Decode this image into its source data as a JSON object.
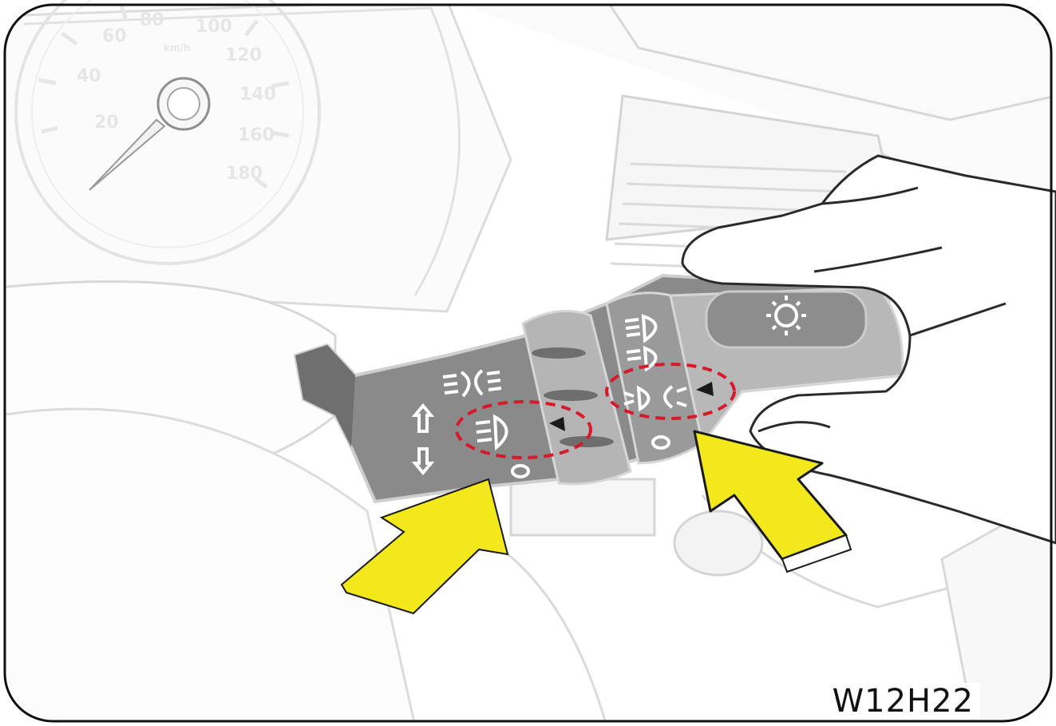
{
  "figure": {
    "code": "W12H22",
    "colors": {
      "lever": "#8a8a8a",
      "lever_dark": "#6f6f6f",
      "ring": "#b5b5b5",
      "outline": "#cfcfcf",
      "arrow_fill": "#f2e81c",
      "highlight_dash": "#d6192b"
    }
  },
  "speedometer": {
    "unit": "km/h",
    "marks": [
      "20",
      "40",
      "60",
      "80",
      "100",
      "120",
      "140",
      "160",
      "180"
    ]
  },
  "lever": {
    "direction_icon": "up-down-arrow-icon",
    "front_rear_fog_icon": "front-rear-fog-lamp-icon",
    "rear_fog_icon": "rear-fog-lamp-icon",
    "off_mark": "O",
    "pointer_icon": "triangle-pointer-icon",
    "headlamp_icon": "headlamp-low-beam-icon",
    "parking_lamp_icon": "side-lamp-icon",
    "dip_beam_icon": "dipped-beam-icon",
    "flash_button_icon": "sun-lamp-icon"
  }
}
